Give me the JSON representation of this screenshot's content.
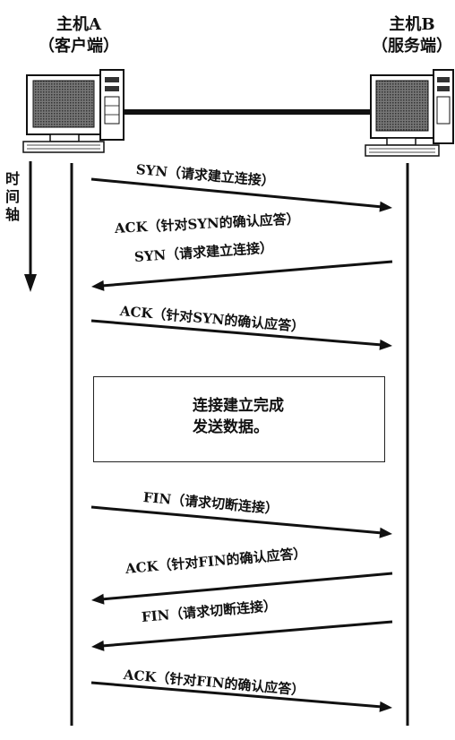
{
  "host_a": {
    "name": "主机A",
    "role": "（客户端）"
  },
  "host_b": {
    "name": "主机B",
    "role": "（服务端）"
  },
  "time_axis": {
    "label": "时\n间\n轴"
  },
  "messages": [
    {
      "text": "SYN（请求建立连接）",
      "direction": "A-to-B"
    },
    {
      "text": "ACK（针对SYN的确认应答）",
      "direction": "B-to-A"
    },
    {
      "text": "SYN（请求建立连接）",
      "direction": "B-to-A"
    },
    {
      "text": "ACK（针对SYN的确认应答）",
      "direction": "A-to-B"
    },
    {
      "text": "FIN（请求切断连接）",
      "direction": "A-to-B"
    },
    {
      "text": "ACK（针对FIN的确认应答）",
      "direction": "B-to-A"
    },
    {
      "text": "FIN（请求切断连接）",
      "direction": "B-to-A"
    },
    {
      "text": "ACK（针对FIN的确认应答）",
      "direction": "A-to-B"
    }
  ],
  "status": {
    "line1": "连接建立完成",
    "line2": "发送数据。"
  }
}
